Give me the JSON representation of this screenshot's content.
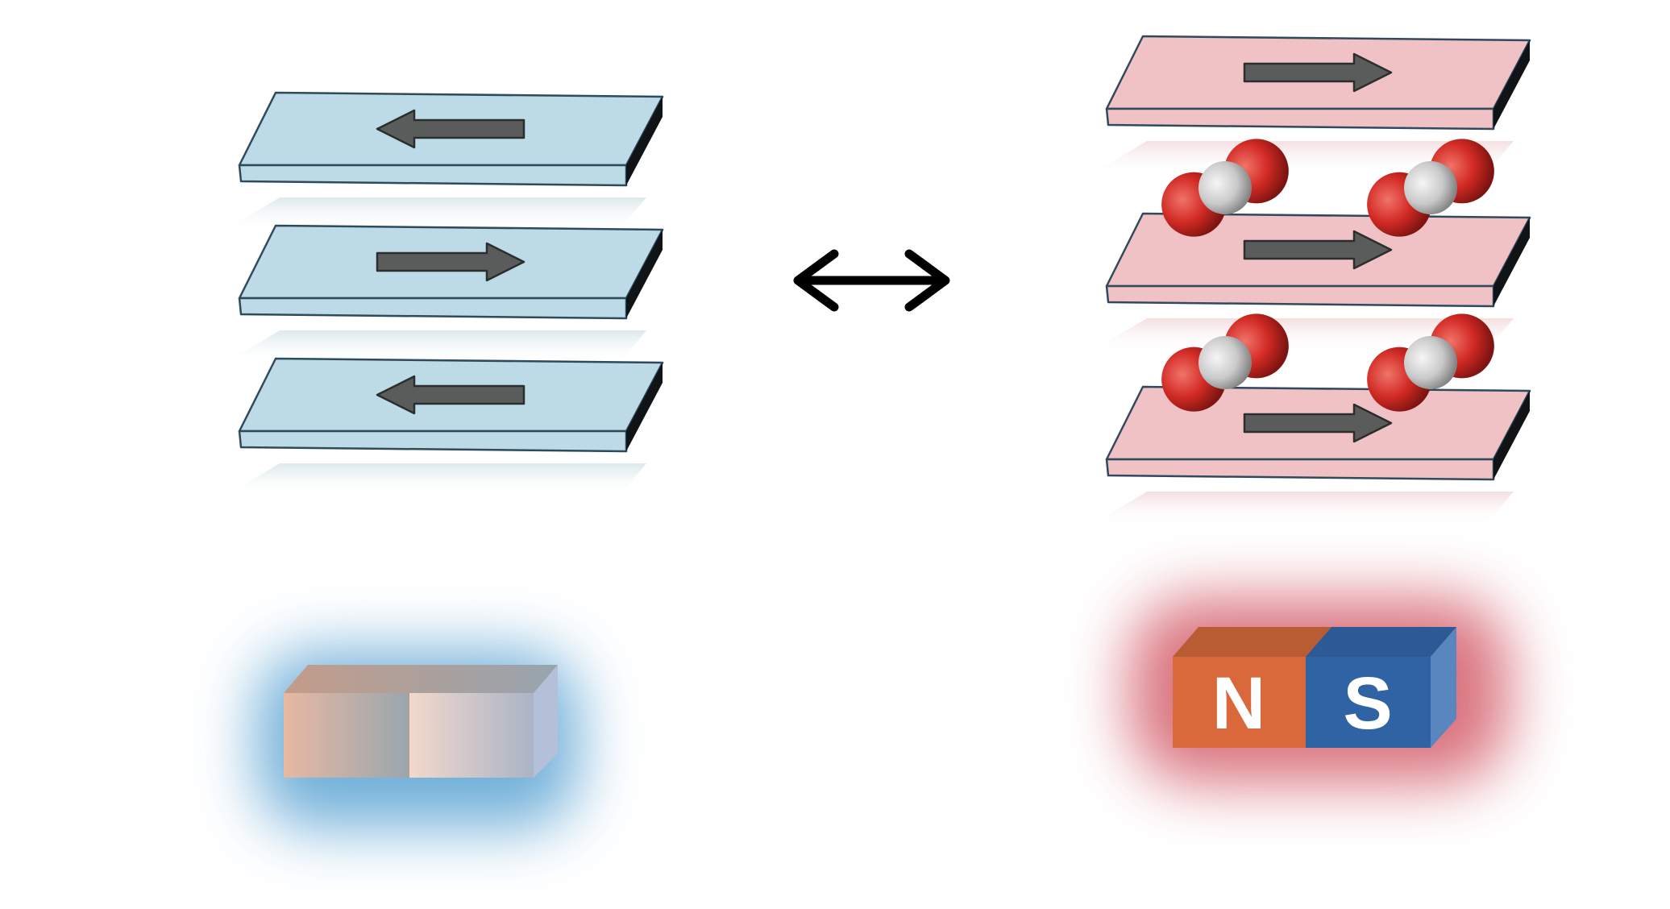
{
  "diagram": {
    "left_state": {
      "layers": [
        {
          "spin": "left"
        },
        {
          "spin": "right"
        },
        {
          "spin": "left"
        }
      ],
      "magnet": {
        "labels": [
          "",
          ""
        ],
        "magnetized": false
      }
    },
    "relation": {
      "symbol": "double-headed-arrow-icon"
    },
    "right_state": {
      "layers": [
        {
          "spin": "right"
        },
        {
          "spin": "right"
        },
        {
          "spin": "right"
        }
      ],
      "intercalated_molecule": "co2-molecule",
      "molecule_rows": 2,
      "molecules_per_row": 2,
      "magnet": {
        "labels": [
          "N",
          "S"
        ],
        "magnetized": true
      }
    }
  },
  "colors": {
    "blue_layer": "#bcdbe6",
    "pink_layer": "#f1c2c5",
    "arrow": "#5a5c5c",
    "oxygen": "#d22a24",
    "carbon": "#c9c9c9",
    "north_pole": "#d9683b",
    "south_pole": "#2f63a3",
    "blue_glow": "#5aa3d3",
    "red_glow": "#d6646f"
  }
}
